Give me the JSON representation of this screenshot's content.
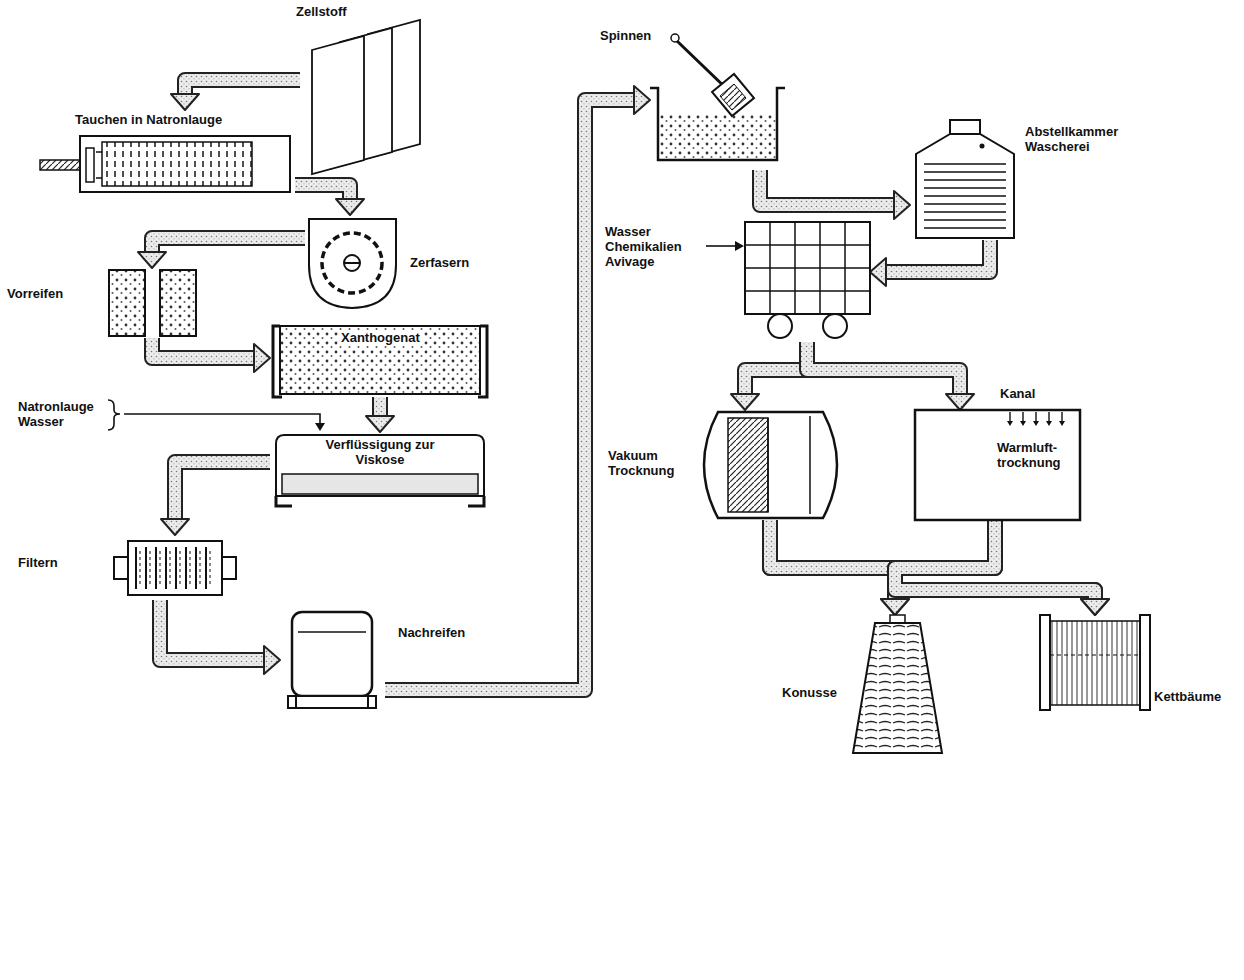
{
  "diagram": {
    "nodes": [
      {
        "text": [
          "Zellstoff"
        ]
      },
      {
        "text": [
          "Tauchen in Natronlauge"
        ]
      },
      {
        "text": [
          "Zerfasern"
        ]
      },
      {
        "text": [
          "Vorreifen"
        ]
      },
      {
        "text": [
          "Xanthogenat"
        ]
      },
      {
        "text": [
          "Verflüssigung zur Viskose"
        ]
      },
      {
        "text": [
          "Filtern"
        ]
      },
      {
        "text": [
          "Nachreifen"
        ]
      },
      {
        "text": [
          "Spinnen"
        ]
      },
      {
        "text": [
          "Abstellkammer Wascherei"
        ]
      },
      {
        "text": [
          "Wasser Chemikalien Avivage"
        ]
      },
      {
        "text": [
          "Vakuum Trocknung"
        ]
      },
      {
        "text": [
          "Kanal",
          "Warmluft- trocknung"
        ]
      },
      {
        "text": [
          "Konusse"
        ]
      },
      {
        "text": [
          "Kettbäume"
        ]
      }
    ],
    "edges": [
      {
        "from": 0,
        "to": 1,
        "arrow": "to"
      },
      {
        "from": 1,
        "to": 2,
        "arrow": "to"
      },
      {
        "from": 2,
        "to": 3,
        "arrow": "to"
      },
      {
        "from": 3,
        "to": 4,
        "arrow": "to"
      },
      {
        "from": 4,
        "to": 5,
        "arrow": "to"
      },
      {
        "from": 5,
        "to": 6,
        "arrow": "to"
      },
      {
        "from": 6,
        "to": 7,
        "arrow": "to"
      },
      {
        "from": 7,
        "to": 8,
        "arrow": "to"
      },
      {
        "from": 8,
        "to": 9,
        "arrow": "to"
      },
      {
        "from": 9,
        "to": 10,
        "arrow": "to"
      },
      {
        "from": 10,
        "to": 11,
        "arrow": "to"
      },
      {
        "from": 10,
        "to": 12,
        "arrow": "to"
      },
      {
        "from": 11,
        "to": 13,
        "arrow": "to"
      },
      {
        "from": 11,
        "to": 14,
        "arrow": "to"
      },
      {
        "from": 12,
        "to": 13,
        "arrow": "to"
      },
      {
        "from": 12,
        "to": 14,
        "arrow": "to"
      }
    ],
    "labels": [
      "Natronlauge Wasser"
    ]
  }
}
